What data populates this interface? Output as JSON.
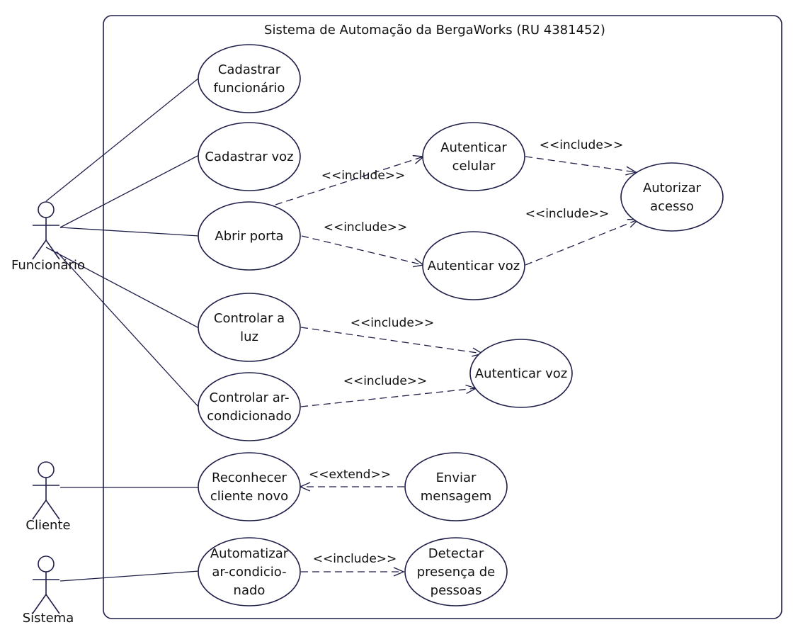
{
  "system": {
    "title": "Sistema de Automação da BergaWorks (RU 4381452)"
  },
  "actors": [
    {
      "id": "funcionario",
      "label": "Funcionário"
    },
    {
      "id": "cliente",
      "label": "Cliente"
    },
    {
      "id": "sistema",
      "label": "Sistema"
    }
  ],
  "use_cases": [
    {
      "id": "cadastrar-funcionario",
      "lines": [
        "Cadastrar",
        "funcionário"
      ]
    },
    {
      "id": "cadastrar-voz",
      "lines": [
        "Cadastrar voz"
      ]
    },
    {
      "id": "abrir-porta",
      "lines": [
        "Abrir porta"
      ]
    },
    {
      "id": "autenticar-celular",
      "lines": [
        "Autenticar",
        "celular"
      ]
    },
    {
      "id": "autenticar-voz-1",
      "lines": [
        "Autenticar voz"
      ]
    },
    {
      "id": "autorizar-acesso",
      "lines": [
        "Autorizar",
        "acesso"
      ]
    },
    {
      "id": "controlar-luz",
      "lines": [
        "Controlar a",
        "luz"
      ]
    },
    {
      "id": "controlar-ar",
      "lines": [
        "Controlar ar-",
        "condicionado"
      ]
    },
    {
      "id": "autenticar-voz-2",
      "lines": [
        "Autenticar voz"
      ]
    },
    {
      "id": "reconhecer-cliente",
      "lines": [
        "Reconhecer",
        "cliente novo"
      ]
    },
    {
      "id": "enviar-mensagem",
      "lines": [
        "Enviar",
        "mensagem"
      ]
    },
    {
      "id": "automatizar-ar",
      "lines": [
        "Automatizar",
        "ar-condicio-",
        "nado"
      ]
    },
    {
      "id": "detectar-presenca",
      "lines": [
        "Detectar",
        "presença de",
        "pessoas"
      ]
    }
  ],
  "associations": [
    {
      "actor": "funcionario",
      "use_case": "cadastrar-funcionario"
    },
    {
      "actor": "funcionario",
      "use_case": "cadastrar-voz"
    },
    {
      "actor": "funcionario",
      "use_case": "abrir-porta"
    },
    {
      "actor": "funcionario",
      "use_case": "controlar-luz"
    },
    {
      "actor": "funcionario",
      "use_case": "controlar-ar"
    },
    {
      "actor": "cliente",
      "use_case": "reconhecer-cliente"
    },
    {
      "actor": "sistema",
      "use_case": "automatizar-ar"
    }
  ],
  "dependencies": [
    {
      "from": "abrir-porta",
      "to": "autenticar-celular",
      "label": "<<include>>"
    },
    {
      "from": "abrir-porta",
      "to": "autenticar-voz-1",
      "label": "<<include>>"
    },
    {
      "from": "autenticar-celular",
      "to": "autorizar-acesso",
      "label": "<<include>>"
    },
    {
      "from": "autenticar-voz-1",
      "to": "autorizar-acesso",
      "label": "<<include>>"
    },
    {
      "from": "controlar-luz",
      "to": "autenticar-voz-2",
      "label": "<<include>>"
    },
    {
      "from": "controlar-ar",
      "to": "autenticar-voz-2",
      "label": "<<include>>"
    },
    {
      "from": "enviar-mensagem",
      "to": "reconhecer-cliente",
      "label": "<<extend>>"
    },
    {
      "from": "automatizar-ar",
      "to": "detectar-presenca",
      "label": "<<include>>"
    }
  ]
}
